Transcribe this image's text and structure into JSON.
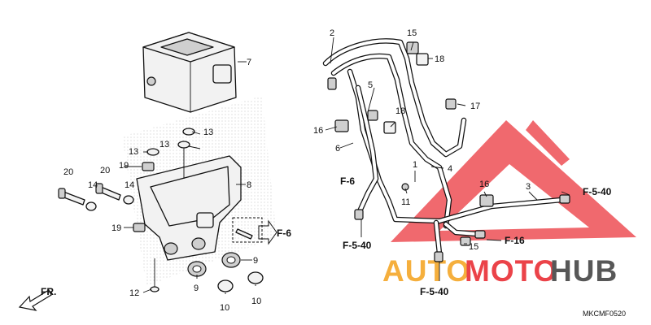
{
  "diagram_code": "MKCMF0520",
  "front_indicator": "FR.",
  "callouts": {
    "c2": "2",
    "c3": "3",
    "c4": "4",
    "c5": "5",
    "c6": "6",
    "c7": "7",
    "c8": "8",
    "c9": "9",
    "c10a": "10",
    "c10b": "10",
    "c11": "11",
    "c12": "12",
    "c13a": "13",
    "c13b": "13",
    "c13c": "13",
    "c14a": "14",
    "c14b": "14",
    "c15a": "15",
    "c15b": "15",
    "c16a": "16",
    "c16b": "16",
    "c17": "17",
    "c18a": "18",
    "c18b": "18",
    "c19a": "19",
    "c19b": "19",
    "c1": "1",
    "c20a": "20",
    "c20b": "20",
    "c9b": "9"
  },
  "references": {
    "f6_modulator": "F-6",
    "f6_hose": "F-6",
    "f540_left": "F-5-40",
    "f540_bottom": "F-5-40",
    "f540_right": "F-5-40",
    "f16": "F-16"
  },
  "watermark": {
    "brand_part1": "AUTO",
    "brand_part2": "MOTO",
    "brand_part3": "HUB",
    "colors": {
      "triangle": "#e8232a",
      "auto": "#f4a21c",
      "moto": "#e8232a",
      "hub": "#3a3a3a"
    }
  }
}
